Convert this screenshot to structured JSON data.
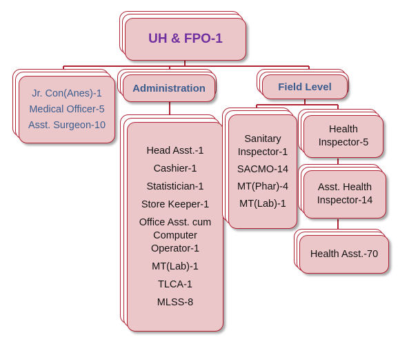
{
  "root": {
    "label": "UH & FPO-1"
  },
  "left": {
    "items": [
      "Jr. Con(Anes)-1",
      "Medical Officer-5",
      "Asst. Surgeon-10"
    ]
  },
  "administration": {
    "title": "Administration",
    "items": [
      "Head Asst.-1",
      "Cashier-1",
      "Statistician-1",
      "Store Keeper-1",
      "Office Asst. cum Computer Operator-1",
      "MT(Lab)-1",
      "TLCA-1",
      "MLSS-8"
    ]
  },
  "field_level": {
    "title": "Field Level",
    "sanitary": [
      "Sanitary Inspector-1",
      "SACMO-14",
      "MT(Phar)-4",
      "MT(Lab)-1"
    ],
    "health_inspector": "Health Inspector-5",
    "asst_health_inspector": "Asst. Health Inspector-14",
    "health_asst": "Health Asst.-70"
  }
}
